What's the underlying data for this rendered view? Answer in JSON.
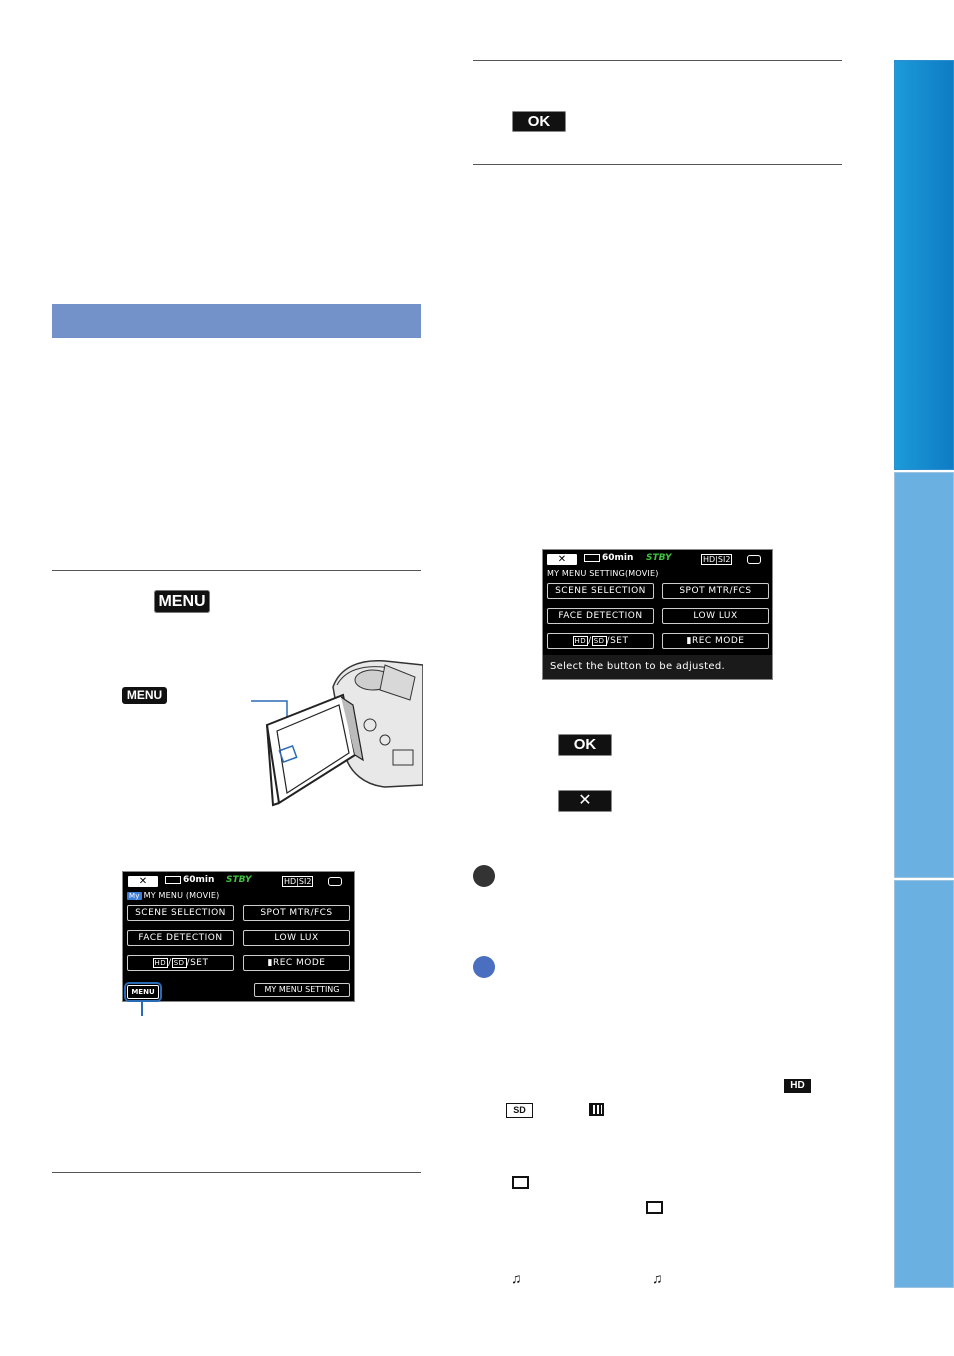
{
  "buttons": {
    "ok_label": "OK",
    "menu_label": "MENU",
    "close_glyph": "✕"
  },
  "screen1": {
    "close": "✕",
    "battery": "60min",
    "stby": "STBY",
    "media": "HD",
    "quality": "SI2",
    "my": "My",
    "title": "MY MENU (MOVIE)",
    "items": [
      "SCENE SELECTION",
      "SPOT MTR/FCS",
      "FACE DETECTION",
      "LOW LUX",
      "/SET",
      "REC MODE"
    ],
    "menu_btn": "MENU",
    "my_menu_setting": "MY MENU SETTING"
  },
  "screen2": {
    "close": "✕",
    "battery": "60min",
    "stby": "STBY",
    "media": "HD",
    "quality": "SI2",
    "title": "MY MENU SETTING(MOVIE)",
    "items": [
      "SCENE SELECTION",
      "SPOT MTR/FCS",
      "FACE DETECTION",
      "LOW LUX",
      "/SET",
      "REC MODE"
    ],
    "status": "Select the button to be adjusted."
  },
  "icons": {
    "hd_badge": "HD",
    "sd_badge": "SD"
  },
  "colors": {
    "section_band": "#7292c9",
    "tab_dark": "#0e7cc4",
    "tab_light": "#6ab0e0",
    "dot_gray": "#333333",
    "dot_blue": "#4a6fc0",
    "stby_green": "#3ec33e"
  }
}
